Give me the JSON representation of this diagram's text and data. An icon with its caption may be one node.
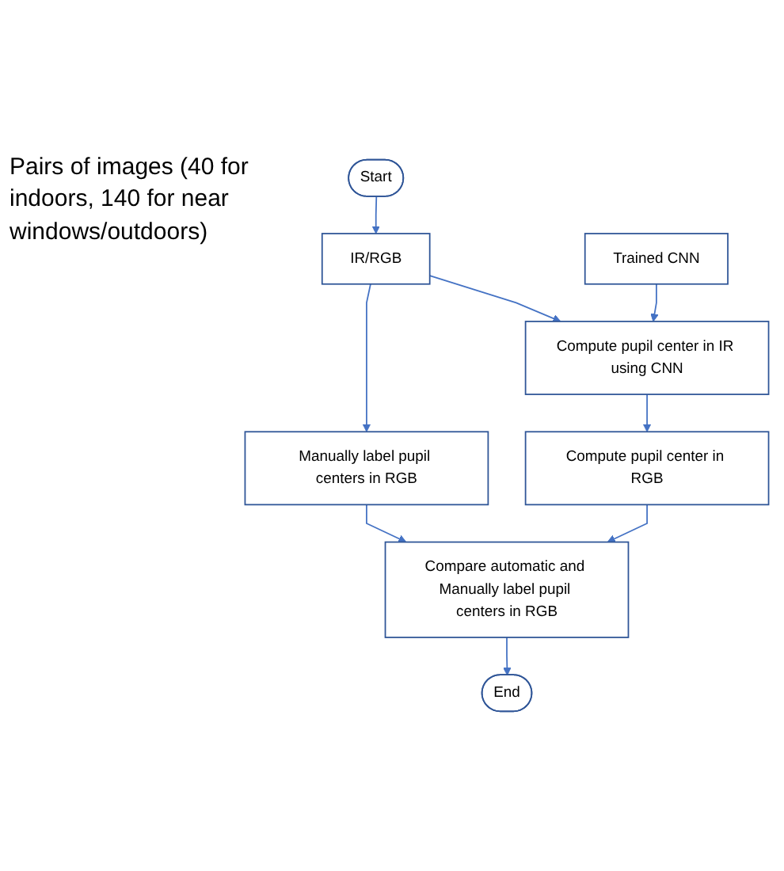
{
  "diagram": {
    "nodes": [
      {
        "text": [
          "Start"
        ]
      },
      {
        "text": [
          "IR/RGB"
        ]
      },
      {
        "text": [
          "Trained CNN"
        ]
      },
      {
        "text": [
          "Compute pupil center in IR using CNN"
        ]
      },
      {
        "text": [
          "Manually label pupil centers in RGB"
        ]
      },
      {
        "text": [
          "Compute pupil center in RGB"
        ]
      },
      {
        "text": [
          "Compare automatic and Manually label pupil centers in RGB"
        ]
      },
      {
        "text": [
          "End"
        ]
      }
    ],
    "edges": [
      {
        "from": 0,
        "to": 1,
        "arrow": "to"
      },
      {
        "from": 1,
        "to": 3,
        "arrow": "to"
      },
      {
        "from": 2,
        "to": 3,
        "arrow": "to"
      },
      {
        "from": 1,
        "to": 4,
        "arrow": "to"
      },
      {
        "from": 3,
        "to": 5,
        "arrow": "to"
      },
      {
        "from": 5,
        "to": 6,
        "arrow": "to"
      },
      {
        "from": 4,
        "to": 6,
        "arrow": "to"
      },
      {
        "from": 6,
        "to": 7,
        "arrow": "to"
      }
    ],
    "labels": [
      "Pairs of images (40 for indoors, 140 for near windows/outdoors)"
    ]
  }
}
